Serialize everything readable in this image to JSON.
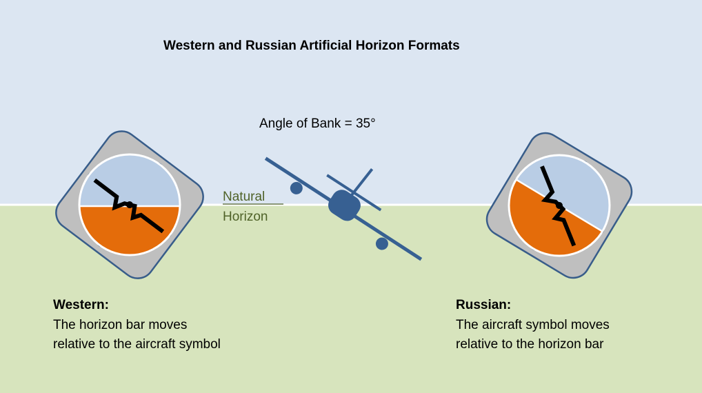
{
  "title": "Western and Russian Artificial Horizon Formats",
  "bank_label": "Angle of Bank = 35°",
  "natural_horizon": {
    "line1": "Natural",
    "line2": "Horizon"
  },
  "western": {
    "heading": "Western:",
    "line1": "The horizon bar moves",
    "line2": "relative to the aircraft symbol"
  },
  "russian": {
    "heading": "Russian:",
    "line1": "The aircraft symbol moves",
    "line2": "relative to the horizon bar"
  },
  "bank_angle_deg": 35,
  "colors": {
    "sky": "#dce6f2",
    "ground": "#d7e4bd",
    "instrument_sky": "#b9cde5",
    "instrument_ground": "#e46c0a",
    "plane": "#376092",
    "frame": "#bfbfbf"
  }
}
